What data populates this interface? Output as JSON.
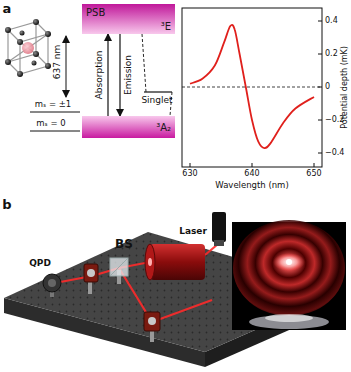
{
  "diagram": {
    "nodes": [
      {
        "text": [
          "PSB",
          "³E"
        ]
      },
      {
        "text": [
          "³A₂"
        ]
      }
    ],
    "edges": [
      {
        "from": 1,
        "to": 0,
        "arrow": "to",
        "label": "Absorption"
      },
      {
        "from": 0,
        "to": 1,
        "arrow": "to",
        "label": "Emission"
      }
    ],
    "labels": [
      "a",
      "637 nm",
      "Singlet",
      "mₛ = ±1",
      "mₛ = 0",
      "0.4",
      "0.2",
      "0",
      "−0.2",
      "−0.4",
      "630",
      "640",
      "650",
      "Wavelength (nm)",
      "Potential depth (mK)",
      "b",
      "BS",
      "QPD",
      "Laser"
    ]
  }
}
